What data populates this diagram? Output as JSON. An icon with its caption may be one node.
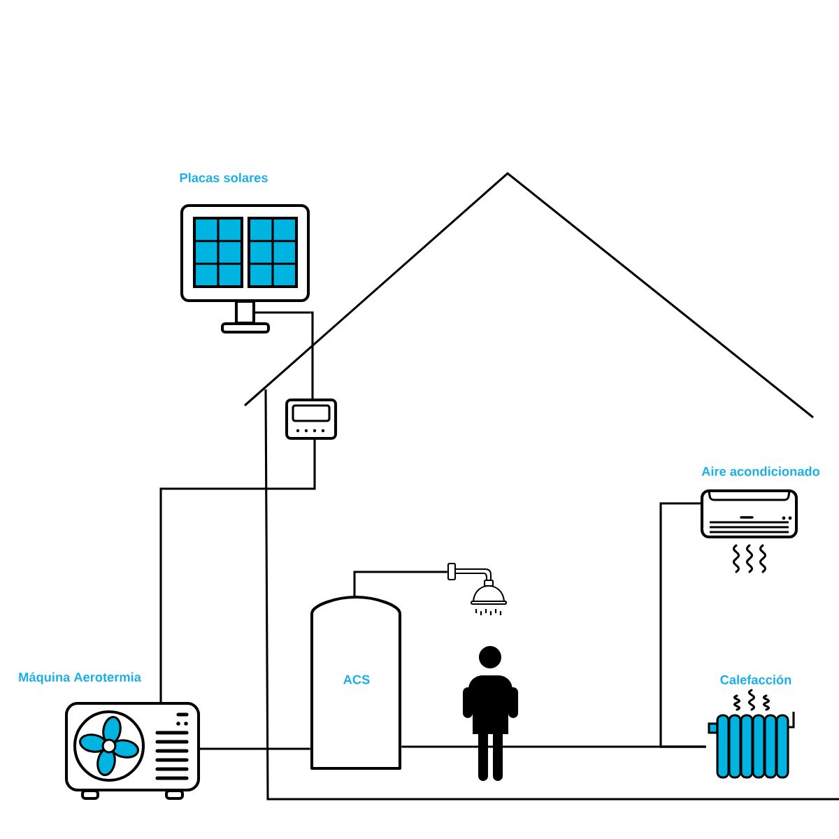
{
  "diagram": {
    "nodes": [
      {
        "text": [
          "Placas solares"
        ]
      },
      {
        "text": [],
        "shape": "box"
      },
      {
        "text": [
          "Máquina Aerotermia"
        ]
      },
      {
        "text": [
          "ACS"
        ]
      },
      {
        "text": [],
        "shape": "shower"
      },
      {
        "text": [
          "Aire acondicionado"
        ]
      },
      {
        "text": [
          "Calefacción"
        ]
      }
    ],
    "edges": [
      {
        "from": 0,
        "to": 1,
        "arrow": "none"
      },
      {
        "from": 1,
        "to": 2,
        "arrow": "none"
      },
      {
        "from": 2,
        "to": 3,
        "arrow": "none"
      },
      {
        "from": 3,
        "to": 4,
        "arrow": "none"
      },
      {
        "from": 3,
        "to": 6,
        "arrow": "none"
      },
      {
        "from": 5,
        "to": 6,
        "arrow": "none"
      }
    ]
  }
}
